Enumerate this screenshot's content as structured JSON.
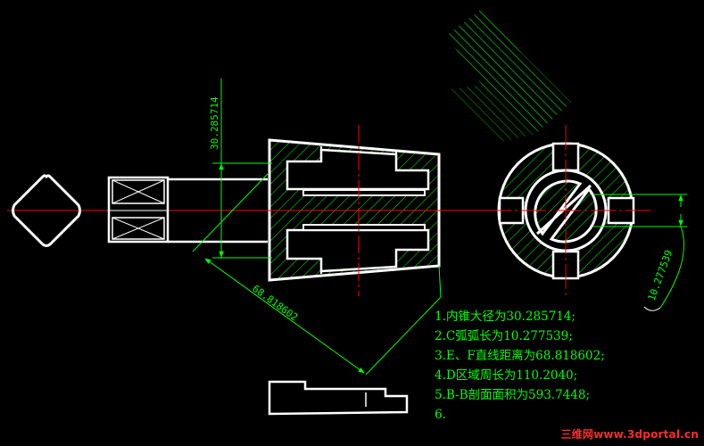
{
  "dimensions": {
    "inner_cone_diameter": "30.285714",
    "chord_length": "10.277539",
    "slant_distance": "68.818602"
  },
  "notes": [
    "1.内锥大径为30.285714;",
    "2.C弧弧长为10.277539;",
    "3.E、F直线距离为68.818602;",
    "4.D区域周长为110.2040;",
    "5.B-B剖面面积为593.7448;",
    "6."
  ],
  "watermark": "三维网www.3dportal.cn",
  "colors": {
    "background": "#000000",
    "outline": "#ffffff",
    "dimension": "#00ff00",
    "centerline": "#ff0000",
    "watermark": "#ff2b2b"
  }
}
